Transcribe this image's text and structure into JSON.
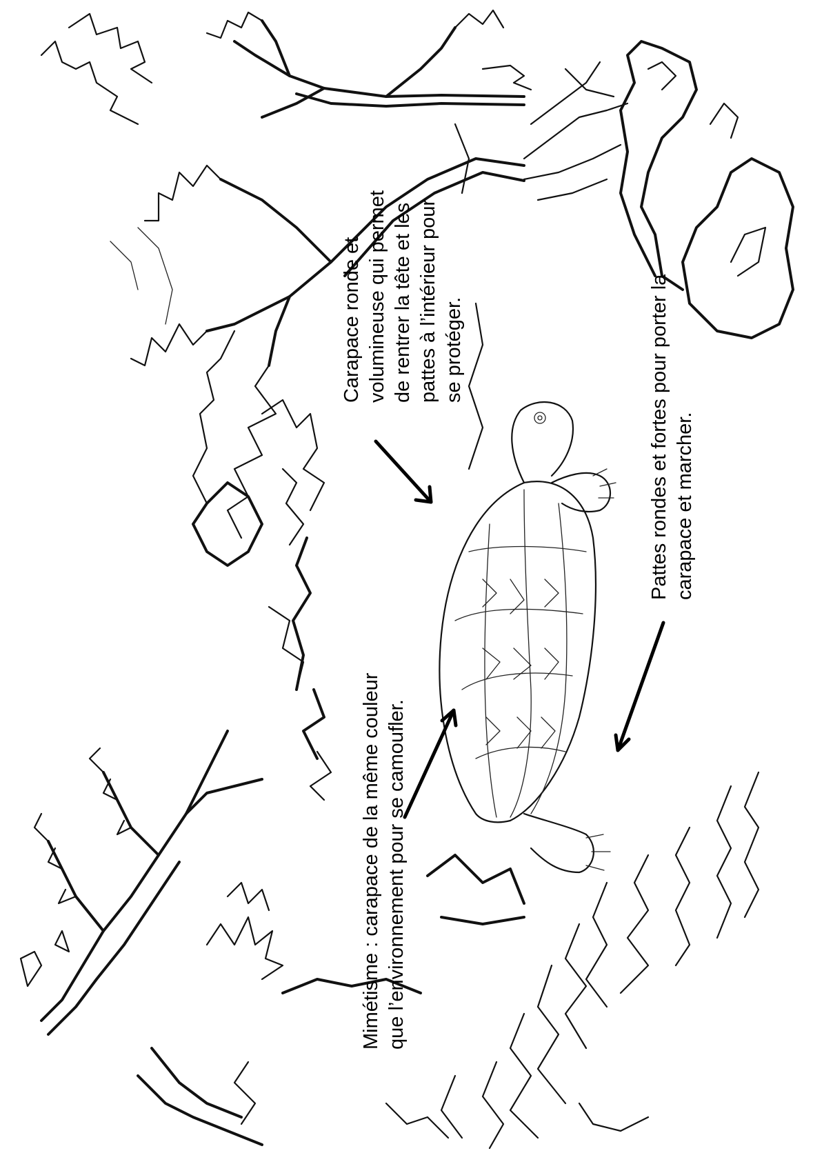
{
  "annotations": {
    "carapace": [
      "Carapace ronde et",
      "volumineuse qui permet",
      "de rentrer la tête et les",
      "pattes à l’intérieur pour",
      "se protéger."
    ],
    "mimetisme": [
      "Mimétisme : carapace de la même couleur",
      "que l’environnement pour se camoufler."
    ],
    "pattes": [
      "Pattes rondes et fortes pour porter la",
      "carapace et marcher."
    ]
  },
  "colors": {
    "ink": "#111111",
    "paper": "#ffffff"
  }
}
